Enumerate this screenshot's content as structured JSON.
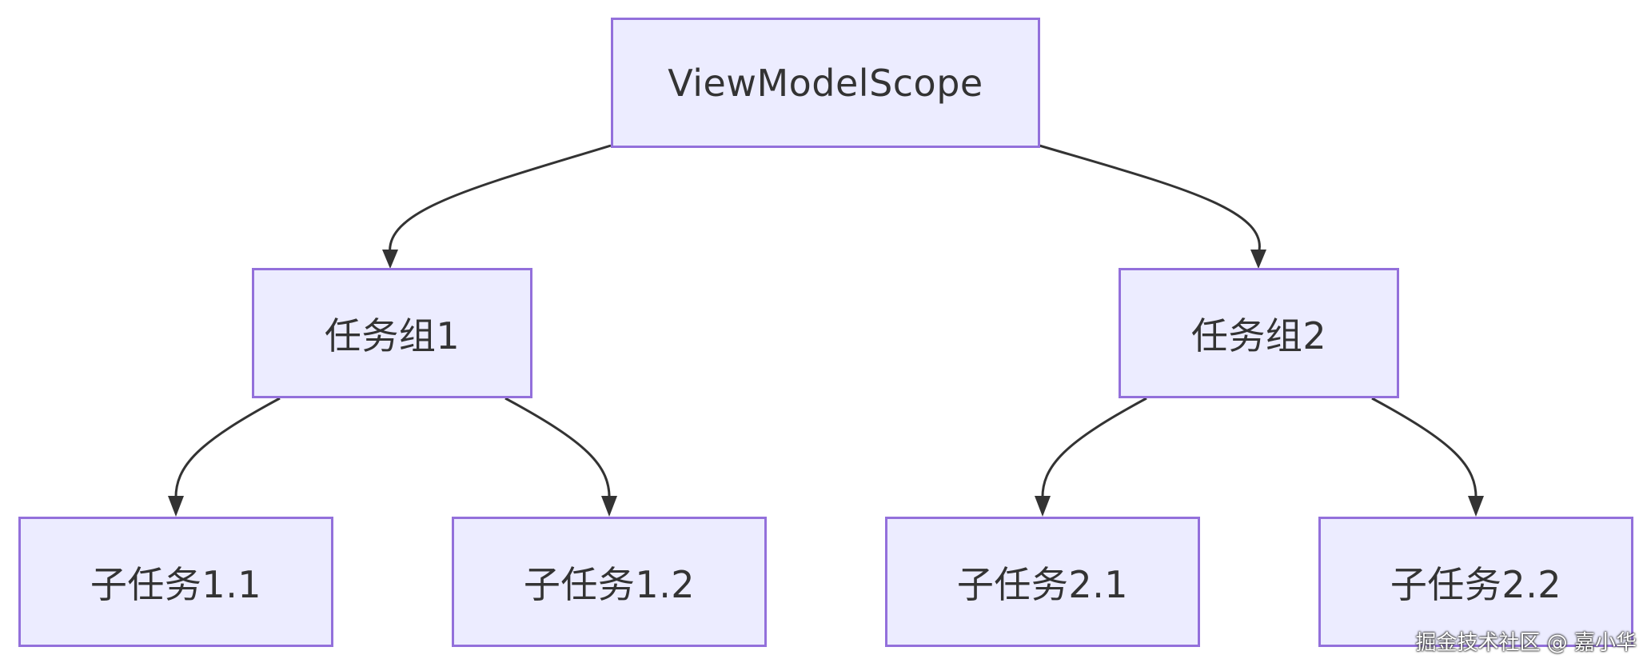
{
  "diagram": {
    "root": {
      "label": "ViewModelScope"
    },
    "groups": [
      {
        "label": "任务组1",
        "children": [
          {
            "label": "子任务1.1"
          },
          {
            "label": "子任务1.2"
          }
        ]
      },
      {
        "label": "任务组2",
        "children": [
          {
            "label": "子任务2.1"
          },
          {
            "label": "子任务2.2"
          }
        ]
      }
    ],
    "colors": {
      "node_fill": "#ececff",
      "node_border": "#9370db",
      "edge": "#333333",
      "text": "#333333"
    }
  },
  "watermark": {
    "text": "掘金技术社区 @ 嘉小华"
  }
}
